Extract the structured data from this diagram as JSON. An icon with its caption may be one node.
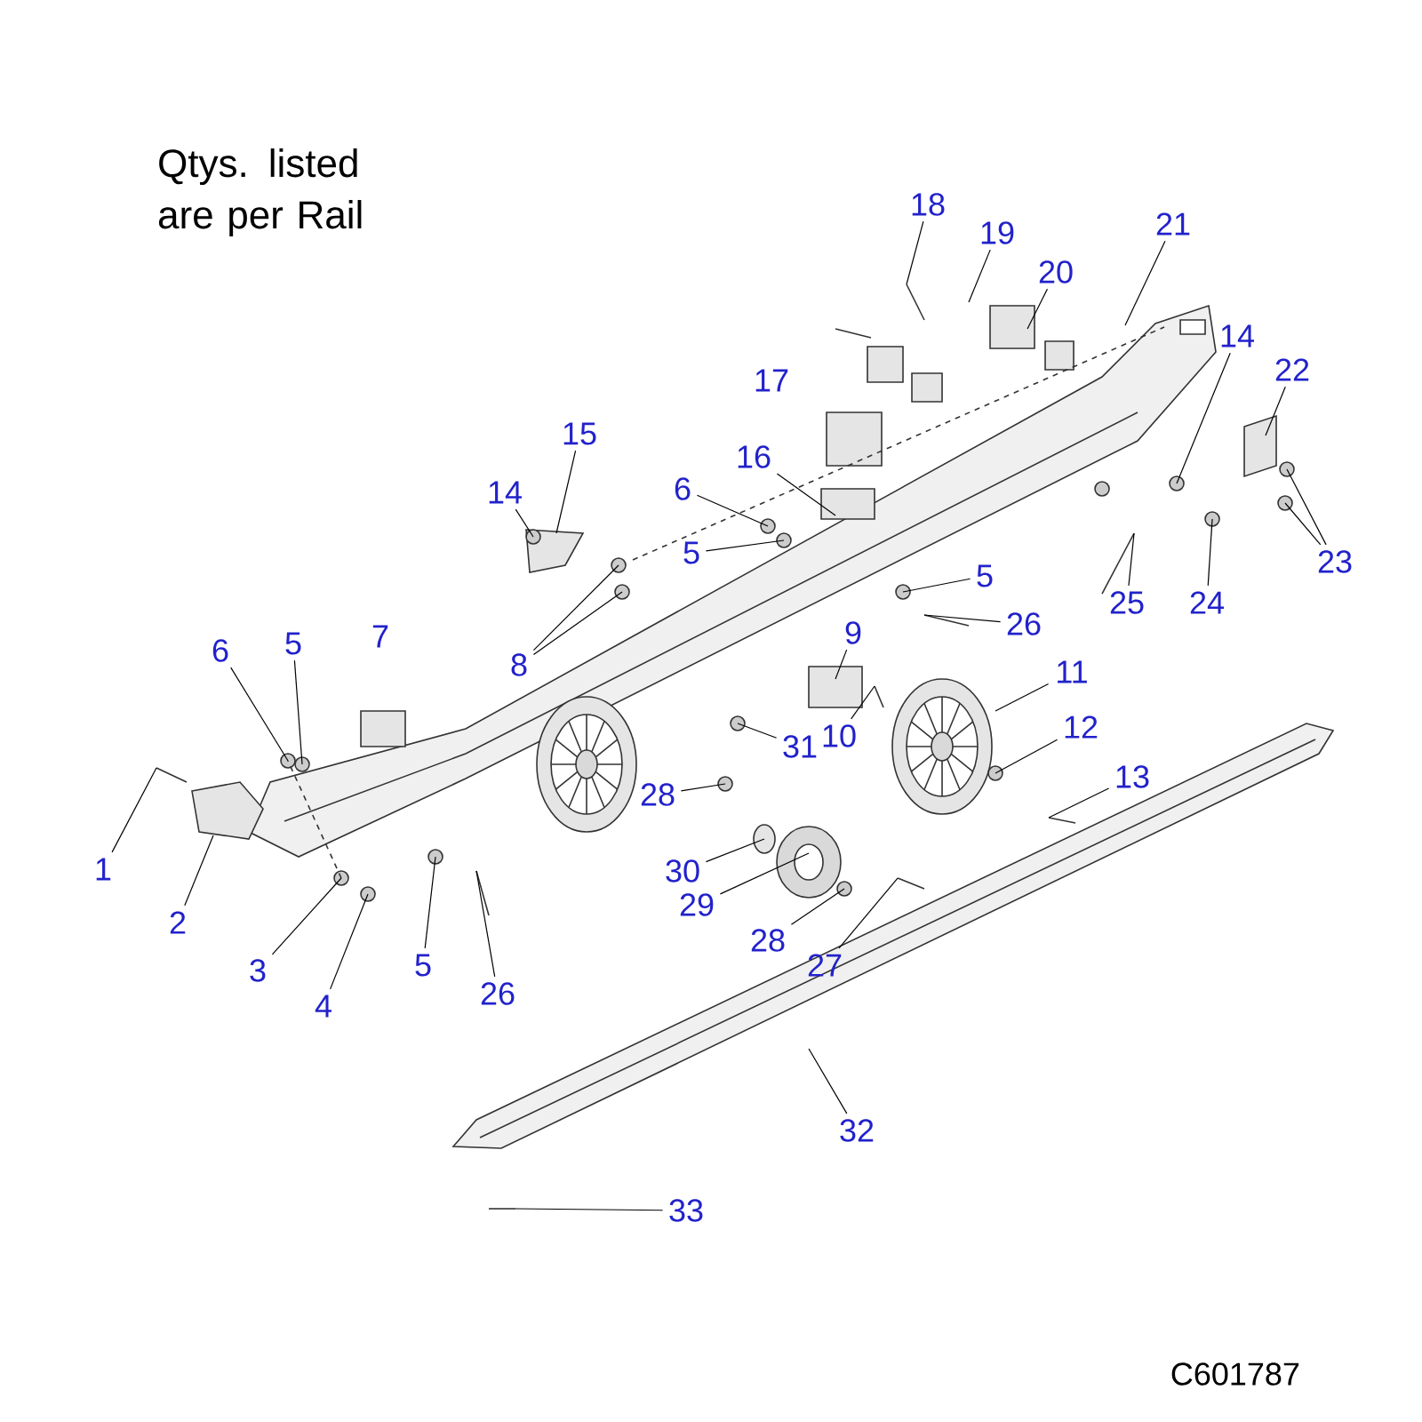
{
  "diagram": {
    "nodes": [
      {
        "text": [
          "18"
        ]
      },
      {
        "text": [
          "19"
        ]
      },
      {
        "text": [
          "21"
        ]
      },
      {
        "text": [
          "20"
        ]
      },
      {
        "text": [
          "14"
        ]
      },
      {
        "text": [
          "22"
        ]
      },
      {
        "text": [
          "15"
        ]
      },
      {
        "text": [
          "14"
        ]
      },
      {
        "text": [
          "16"
        ]
      },
      {
        "text": [
          "6"
        ]
      },
      {
        "text": [
          "5"
        ]
      },
      {
        "text": [
          "23"
        ]
      },
      {
        "text": [
          "5"
        ]
      },
      {
        "text": [
          "25"
        ]
      },
      {
        "text": [
          "24"
        ]
      },
      {
        "text": [
          "26"
        ]
      },
      {
        "text": [
          "9"
        ]
      },
      {
        "text": [
          "6"
        ]
      },
      {
        "text": [
          "5"
        ]
      },
      {
        "text": [
          "8"
        ]
      },
      {
        "text": [
          "11"
        ]
      },
      {
        "text": [
          "12"
        ]
      },
      {
        "text": [
          "10"
        ]
      },
      {
        "text": [
          "31"
        ]
      },
      {
        "text": [
          "13"
        ]
      },
      {
        "text": [
          "28"
        ]
      },
      {
        "text": [
          "1"
        ]
      },
      {
        "text": [
          "30"
        ]
      },
      {
        "text": [
          "29"
        ]
      },
      {
        "text": [
          "2"
        ]
      },
      {
        "text": [
          "28"
        ]
      },
      {
        "text": [
          "5"
        ]
      },
      {
        "text": [
          "27"
        ]
      },
      {
        "text": [
          "3"
        ]
      },
      {
        "text": [
          "26"
        ]
      },
      {
        "text": [
          "4"
        ]
      },
      {
        "text": [
          "32"
        ]
      },
      {
        "text": [
          "33"
        ]
      }
    ],
    "edges": [
      {
        "from": 0,
        "to": null,
        "arrow": "none"
      },
      {
        "from": 1,
        "to": null,
        "arrow": "none"
      },
      {
        "from": 2,
        "to": null,
        "arrow": "none"
      },
      {
        "from": 3,
        "to": null,
        "arrow": "none"
      },
      {
        "from": 4,
        "to": null,
        "arrow": "none"
      },
      {
        "from": 5,
        "to": null,
        "arrow": "none"
      },
      {
        "from": 6,
        "to": null,
        "arrow": "none"
      },
      {
        "from": 7,
        "to": null,
        "arrow": "none"
      },
      {
        "from": 8,
        "to": null,
        "arrow": "none"
      },
      {
        "from": 9,
        "to": null,
        "arrow": "none"
      },
      {
        "from": 10,
        "to": null,
        "arrow": "none"
      },
      {
        "from": 11,
        "to": null,
        "arrow": "none"
      },
      {
        "from": 11,
        "to": null,
        "arrow": "none"
      },
      {
        "from": 12,
        "to": null,
        "arrow": "none"
      },
      {
        "from": 13,
        "to": null,
        "arrow": "none"
      },
      {
        "from": 14,
        "to": null,
        "arrow": "none"
      },
      {
        "from": 15,
        "to": null,
        "arrow": "none"
      },
      {
        "from": 16,
        "to": null,
        "arrow": "none"
      },
      {
        "from": 17,
        "to": null,
        "arrow": "none"
      },
      {
        "from": 18,
        "to": null,
        "arrow": "none"
      },
      {
        "from": 19,
        "to": null,
        "arrow": "none"
      },
      {
        "from": 19,
        "to": null,
        "arrow": "none"
      },
      {
        "from": 20,
        "to": null,
        "arrow": "none"
      },
      {
        "from": 21,
        "to": null,
        "arrow": "none"
      },
      {
        "from": 22,
        "to": null,
        "arrow": "none"
      },
      {
        "from": 23,
        "to": null,
        "arrow": "none"
      },
      {
        "from": 24,
        "to": null,
        "arrow": "none"
      },
      {
        "from": 25,
        "to": null,
        "arrow": "none"
      },
      {
        "from": 26,
        "to": null,
        "arrow": "none"
      },
      {
        "from": 27,
        "to": null,
        "arrow": "none"
      },
      {
        "from": 28,
        "to": null,
        "arrow": "none"
      },
      {
        "from": 29,
        "to": null,
        "arrow": "none"
      },
      {
        "from": 30,
        "to": null,
        "arrow": "none"
      },
      {
        "from": 31,
        "to": null,
        "arrow": "none"
      },
      {
        "from": 32,
        "to": null,
        "arrow": "none"
      },
      {
        "from": 33,
        "to": null,
        "arrow": "none"
      },
      {
        "from": 34,
        "to": null,
        "arrow": "none"
      },
      {
        "from": 35,
        "to": null,
        "arrow": "none"
      },
      {
        "from": 36,
        "to": null,
        "arrow": "none"
      },
      {
        "from": 37,
        "to": null,
        "arrow": "none"
      }
    ],
    "labels": [
      "Qtys. listed are per Rail",
      "17",
      "7",
      "C601787"
    ]
  }
}
